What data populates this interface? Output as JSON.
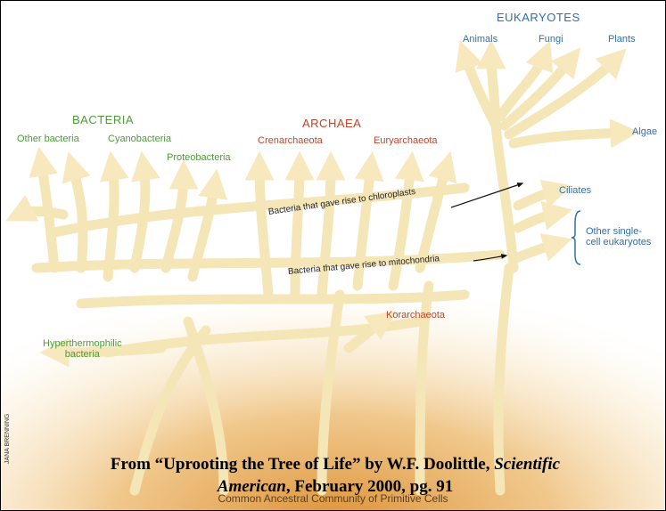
{
  "groups": {
    "bacteria": "BACTERIA",
    "archaea": "ARCHAEA",
    "eukaryotes": "EUKARYOTES"
  },
  "bacteria_labels": {
    "other": "Other bacteria",
    "cyano": "Cyanobacteria",
    "proteo": "Proteobacteria",
    "hyper": "Hyperthermophilic\nbacteria"
  },
  "archaea_labels": {
    "crenarch": "Crenarchaeota",
    "euryarch": "Euryarchaeota",
    "korarch": "Korarchaeota"
  },
  "eukaryote_labels": {
    "animals": "Animals",
    "fungi": "Fungi",
    "plants": "Plants",
    "algae": "Algae",
    "ciliates": "Ciliates",
    "other_single": "Other single-\ncell eukaryotes"
  },
  "transfers": {
    "chloroplasts": "Bacteria that gave rise to chloroplasts",
    "mitochondria": "Bacteria that gave rise to mitochondria"
  },
  "root_label": "Common Ancestral Community of Primitive Cells",
  "artist_credit": "JANA BRENNING",
  "credit": {
    "prefix": "From “Uprooting the Tree of Life” by W.F. Doolittle, ",
    "journal": "Scientific American",
    "suffix": ", February 2000, pg. 91"
  },
  "colors": {
    "branch": "#f7e8be",
    "branch_edge": "#e2cc92",
    "glow": "#e3a24a",
    "bacteria": "#4e9a3a",
    "archaea": "#c0452a",
    "eukaryotes": "#2f6fb0"
  }
}
